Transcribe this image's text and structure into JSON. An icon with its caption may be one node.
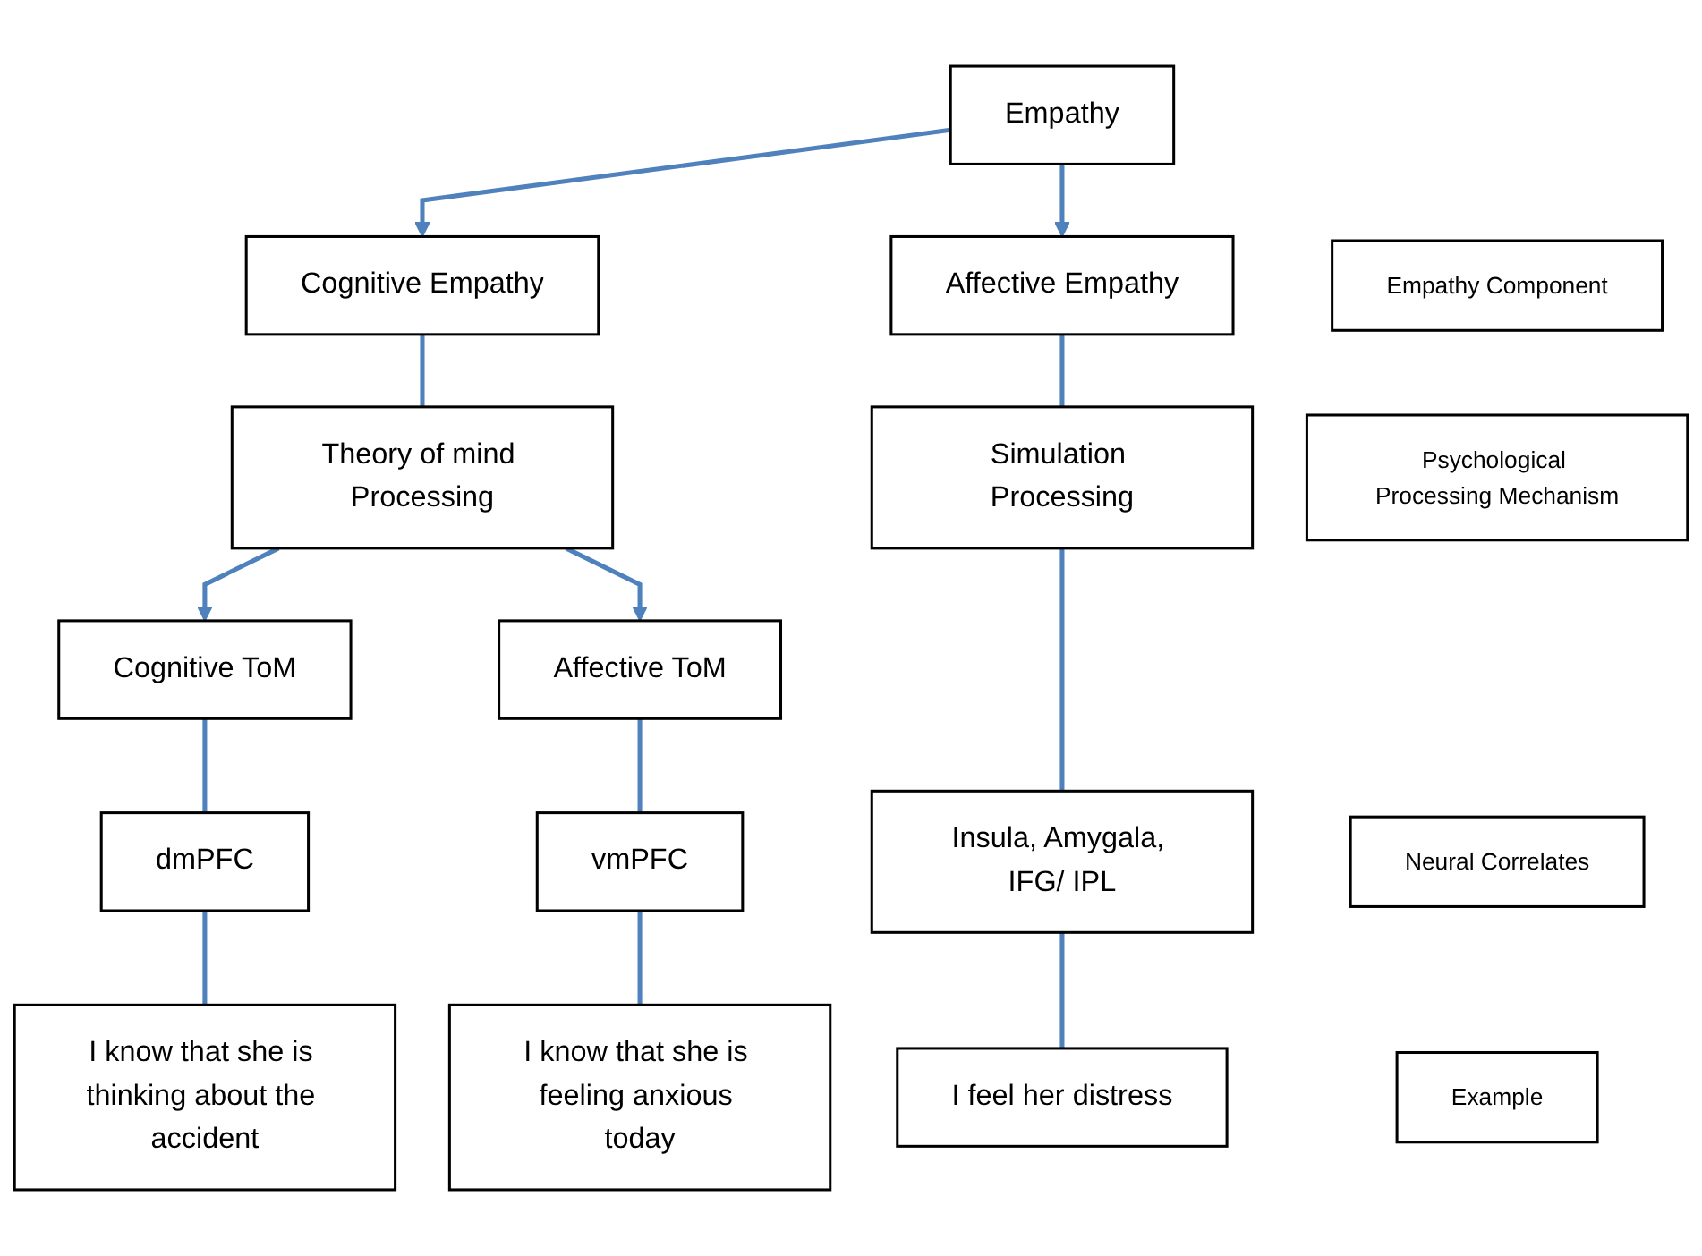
{
  "diagram": {
    "nodes": [
      {
        "text": [
          "Empathy"
        ]
      },
      {
        "text": [
          "Empathy Component"
        ]
      },
      {
        "text": [
          "Cognitive Empathy"
        ]
      },
      {
        "text": [
          "Affective Empathy"
        ]
      },
      {
        "text": [
          "Psychological Processing Mechanism"
        ]
      },
      {
        "text": [
          "Theory of mind Processing"
        ]
      },
      {
        "text": [
          "Simulation Processing"
        ]
      },
      {
        "text": [
          "Cognitive ToM"
        ]
      },
      {
        "text": [
          "Affective ToM"
        ]
      },
      {
        "text": [
          "Neural Correlates"
        ]
      },
      {
        "text": [
          "dmPFC"
        ]
      },
      {
        "text": [
          "vmPFC"
        ]
      },
      {
        "text": [
          "Insula, Amygala, IFG/ IPL"
        ]
      },
      {
        "text": [
          "Example"
        ]
      },
      {
        "text": [
          "I know that she is thinking about the accident"
        ]
      },
      {
        "text": [
          "I know that she is feeling anxious today"
        ]
      },
      {
        "text": [
          "I feel her distress"
        ]
      }
    ],
    "edges": [
      {
        "from": 0,
        "to": 2,
        "arrow": "to"
      },
      {
        "from": 0,
        "to": 3,
        "arrow": "to"
      },
      {
        "from": 2,
        "to": 5,
        "arrow": "none"
      },
      {
        "from": 3,
        "to": 6,
        "arrow": "none"
      },
      {
        "from": 5,
        "to": 7,
        "arrow": "to"
      },
      {
        "from": 5,
        "to": 8,
        "arrow": "to"
      },
      {
        "from": 7,
        "to": 10,
        "arrow": "none"
      },
      {
        "from": 8,
        "to": 11,
        "arrow": "none"
      },
      {
        "from": 6,
        "to": 12,
        "arrow": "none"
      },
      {
        "from": 10,
        "to": 14,
        "arrow": "none"
      },
      {
        "from": 11,
        "to": 15,
        "arrow": "none"
      },
      {
        "from": 12,
        "to": 16,
        "arrow": "none"
      }
    ]
  }
}
